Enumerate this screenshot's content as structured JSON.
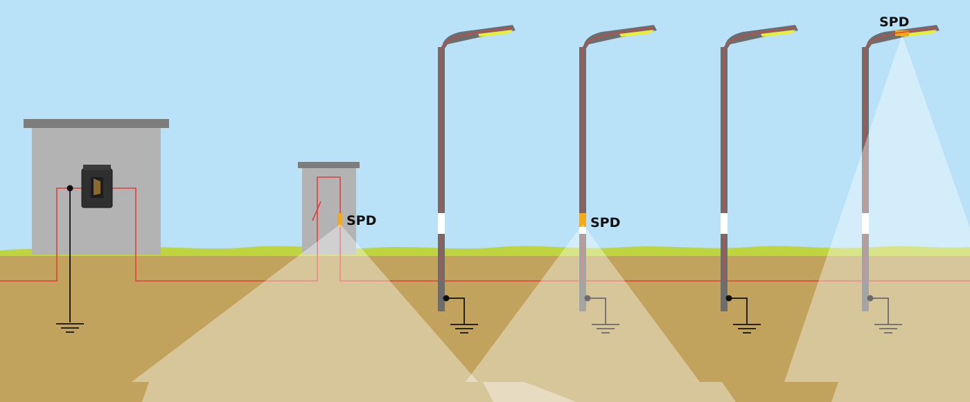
{
  "diagram": {
    "labels": {
      "spd_cabinet": "SPD",
      "spd_pole": "SPD",
      "spd_luminaire": "SPD"
    },
    "colors": {
      "sky": "#b9e2f8",
      "grass": "#bfd540",
      "soil": "#c1a35e",
      "building": "#b3b3b3",
      "roof": "#7d7d7d",
      "pole": "#6d6d6d",
      "cable": "#e0403a",
      "spd": "#f4a916",
      "led": "#ecef2c",
      "light_cone": "#ffffff",
      "ground_wire": "#111111"
    },
    "icons": [
      "current-transformer-icon",
      "switch-icon",
      "earth-ground-icon",
      "surge-protection-device-icon",
      "street-lamp-icon"
    ]
  }
}
